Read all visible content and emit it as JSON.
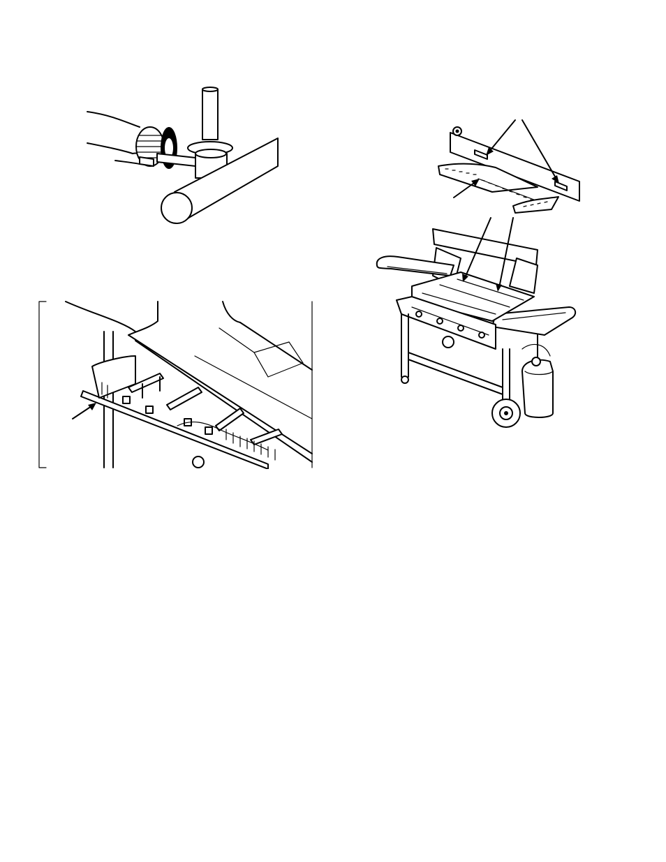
{
  "page": {
    "background": "#ffffff",
    "line_color": "#000000"
  },
  "figures": [
    {
      "id": "brush-cleaning-burner-tube",
      "caption": ""
    },
    {
      "id": "manifold-with-burner-tubes",
      "caption": ""
    },
    {
      "id": "burner-tube-bracket-detail",
      "caption": ""
    },
    {
      "id": "gas-grill-cart-overview",
      "caption": ""
    }
  ]
}
